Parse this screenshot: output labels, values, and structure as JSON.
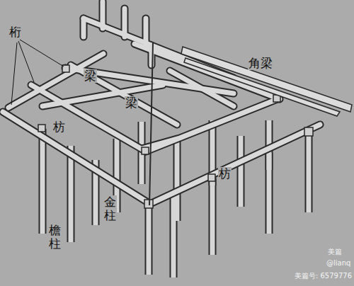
{
  "diagram": {
    "labels": [
      "桁",
      "梁",
      "梁",
      "枋",
      "枋",
      "角梁",
      "檐柱",
      "金柱",
      "美篇",
      "@lianq",
      "美篇号: 6579776"
    ]
  }
}
